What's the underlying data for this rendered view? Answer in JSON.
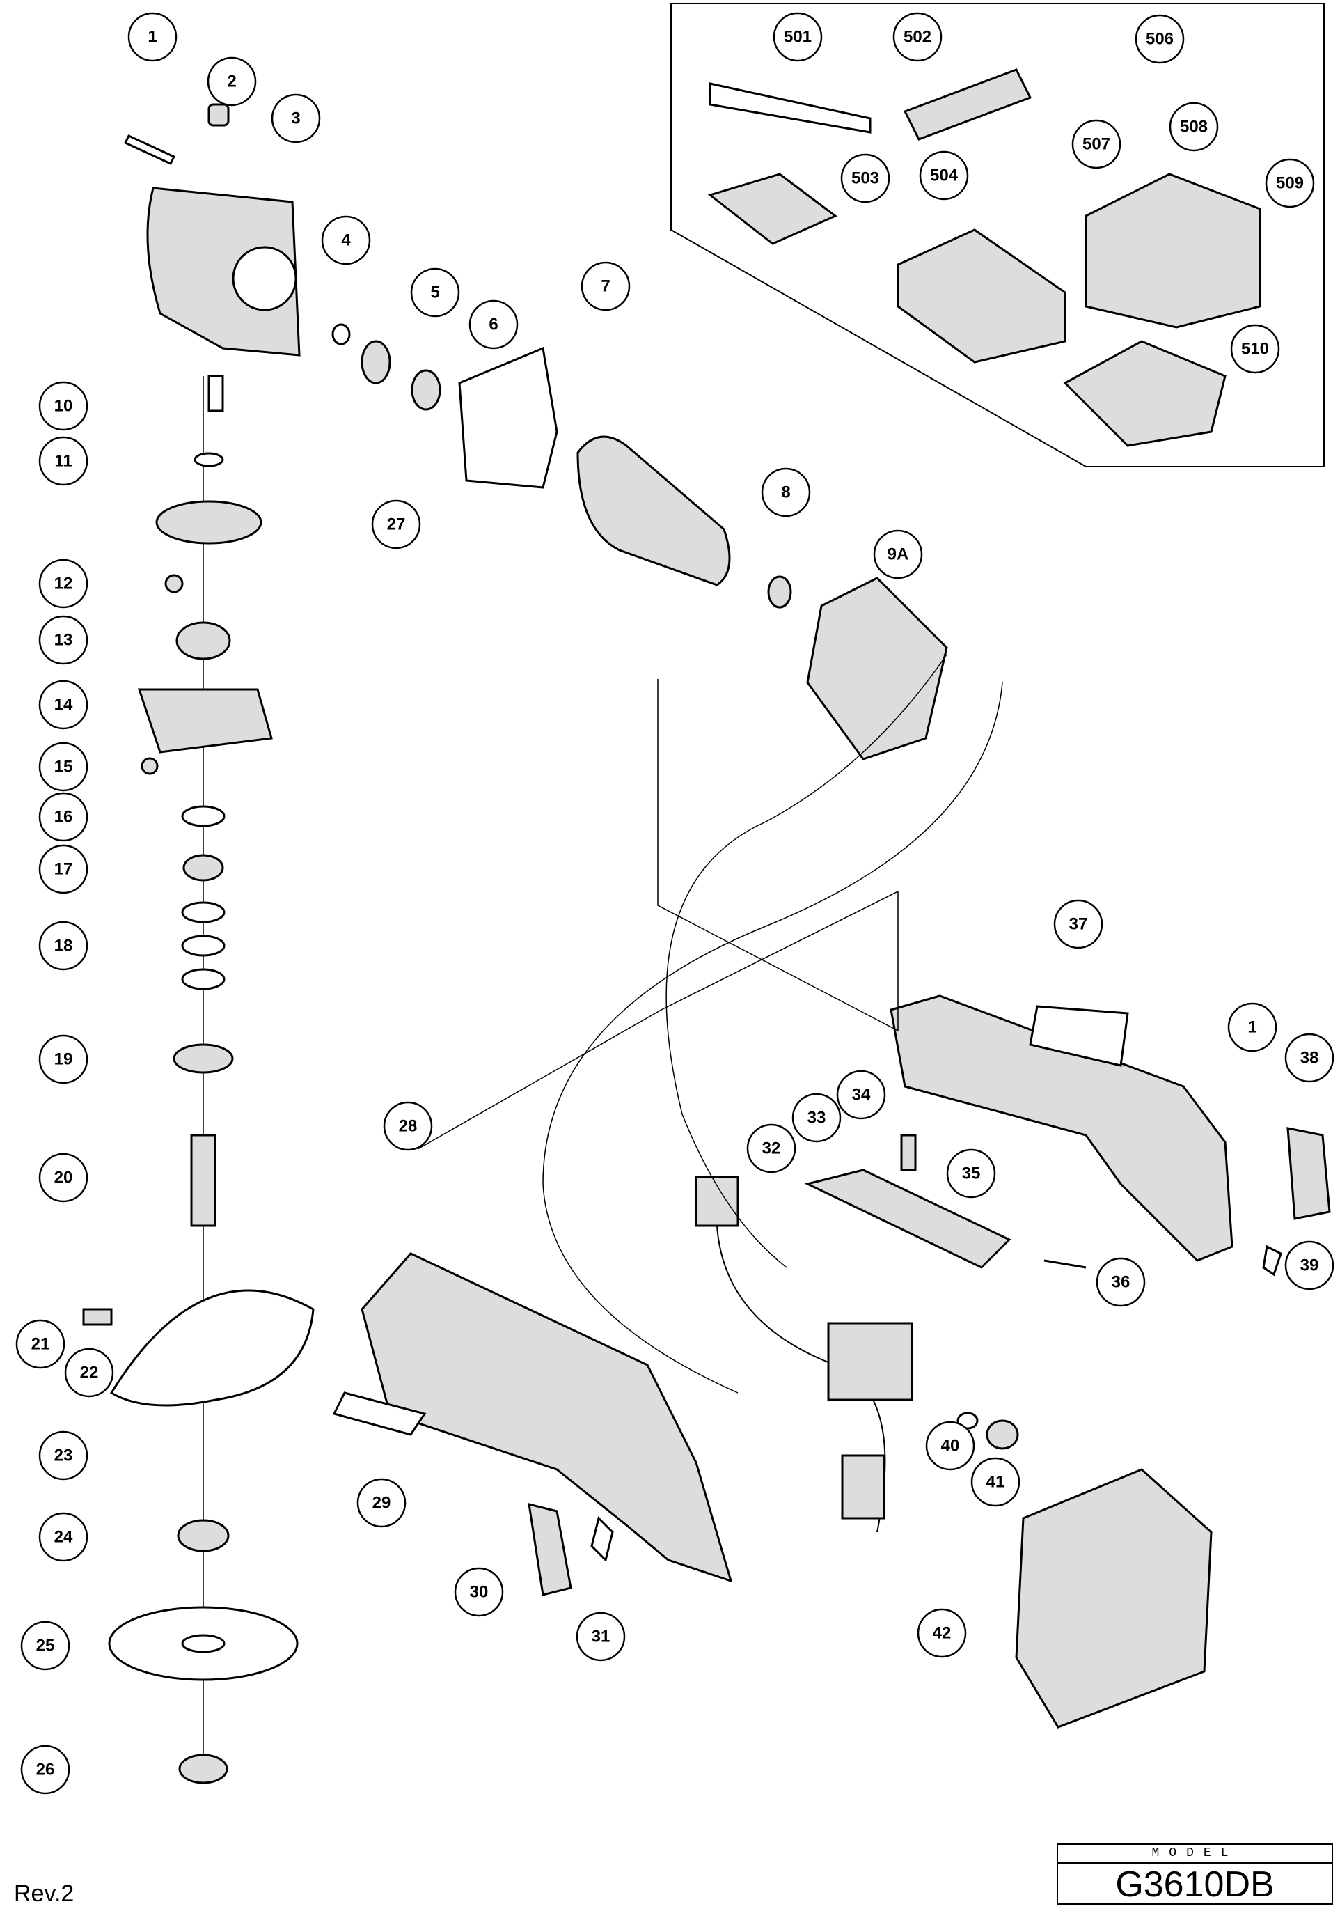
{
  "callouts": [
    "1",
    "2",
    "3",
    "4",
    "5",
    "6",
    "7",
    "8",
    "9A",
    "10",
    "11",
    "27",
    "12",
    "13",
    "14",
    "15",
    "16",
    "17",
    "18",
    "19",
    "20",
    "21",
    "22",
    "23",
    "24",
    "25",
    "26",
    "28",
    "29",
    "30",
    "31",
    "32",
    "33",
    "34",
    "35",
    "36",
    "37",
    "1",
    "38",
    "39",
    "40",
    "41",
    "42",
    "501",
    "502",
    "503",
    "504",
    "506",
    "507",
    "508",
    "509",
    "510"
  ],
  "model": {
    "label": "MODEL",
    "name": "G3610DB"
  },
  "revision": "Rev.2"
}
